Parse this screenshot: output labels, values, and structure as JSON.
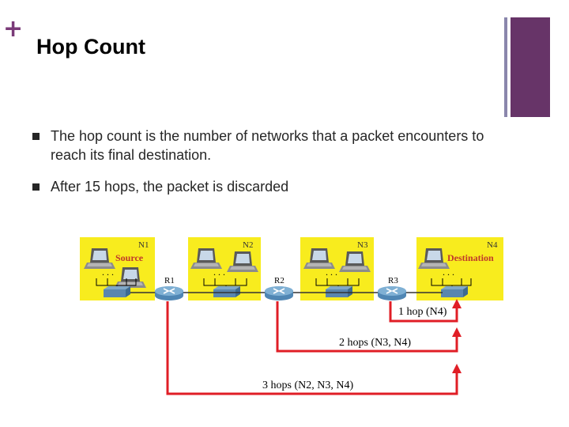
{
  "slide": {
    "plus_glyph": "+",
    "title": "Hop Count",
    "accent_color": "#673468",
    "accent_thin_color": "#8a86ac"
  },
  "bullets": [
    {
      "text": "The hop count is the number of networks that a packet encounters to reach its final destination."
    },
    {
      "text": "After 15 hops, the packet is discarded"
    }
  ],
  "diagram": {
    "network_color": "#f8ec1e",
    "hop_line_color": "#e01e26",
    "networks": [
      {
        "name": "N1",
        "role_label": "Source",
        "hosts": 2
      },
      {
        "name": "N2",
        "role_label": "",
        "hosts": 2
      },
      {
        "name": "N3",
        "role_label": "",
        "hosts": 2
      },
      {
        "name": "N4",
        "role_label": "Destination",
        "hosts": 1
      }
    ],
    "routers": [
      {
        "name": "R1",
        "icon": "router-icon"
      },
      {
        "name": "R2",
        "icon": "router-icon"
      },
      {
        "name": "R3",
        "icon": "router-icon"
      }
    ],
    "ellipsis": ". . .",
    "hop_paths": [
      {
        "label": "1 hop (N4)"
      },
      {
        "label": "2 hops (N3, N4)"
      },
      {
        "label": "3 hops (N2, N3, N4)"
      }
    ]
  }
}
